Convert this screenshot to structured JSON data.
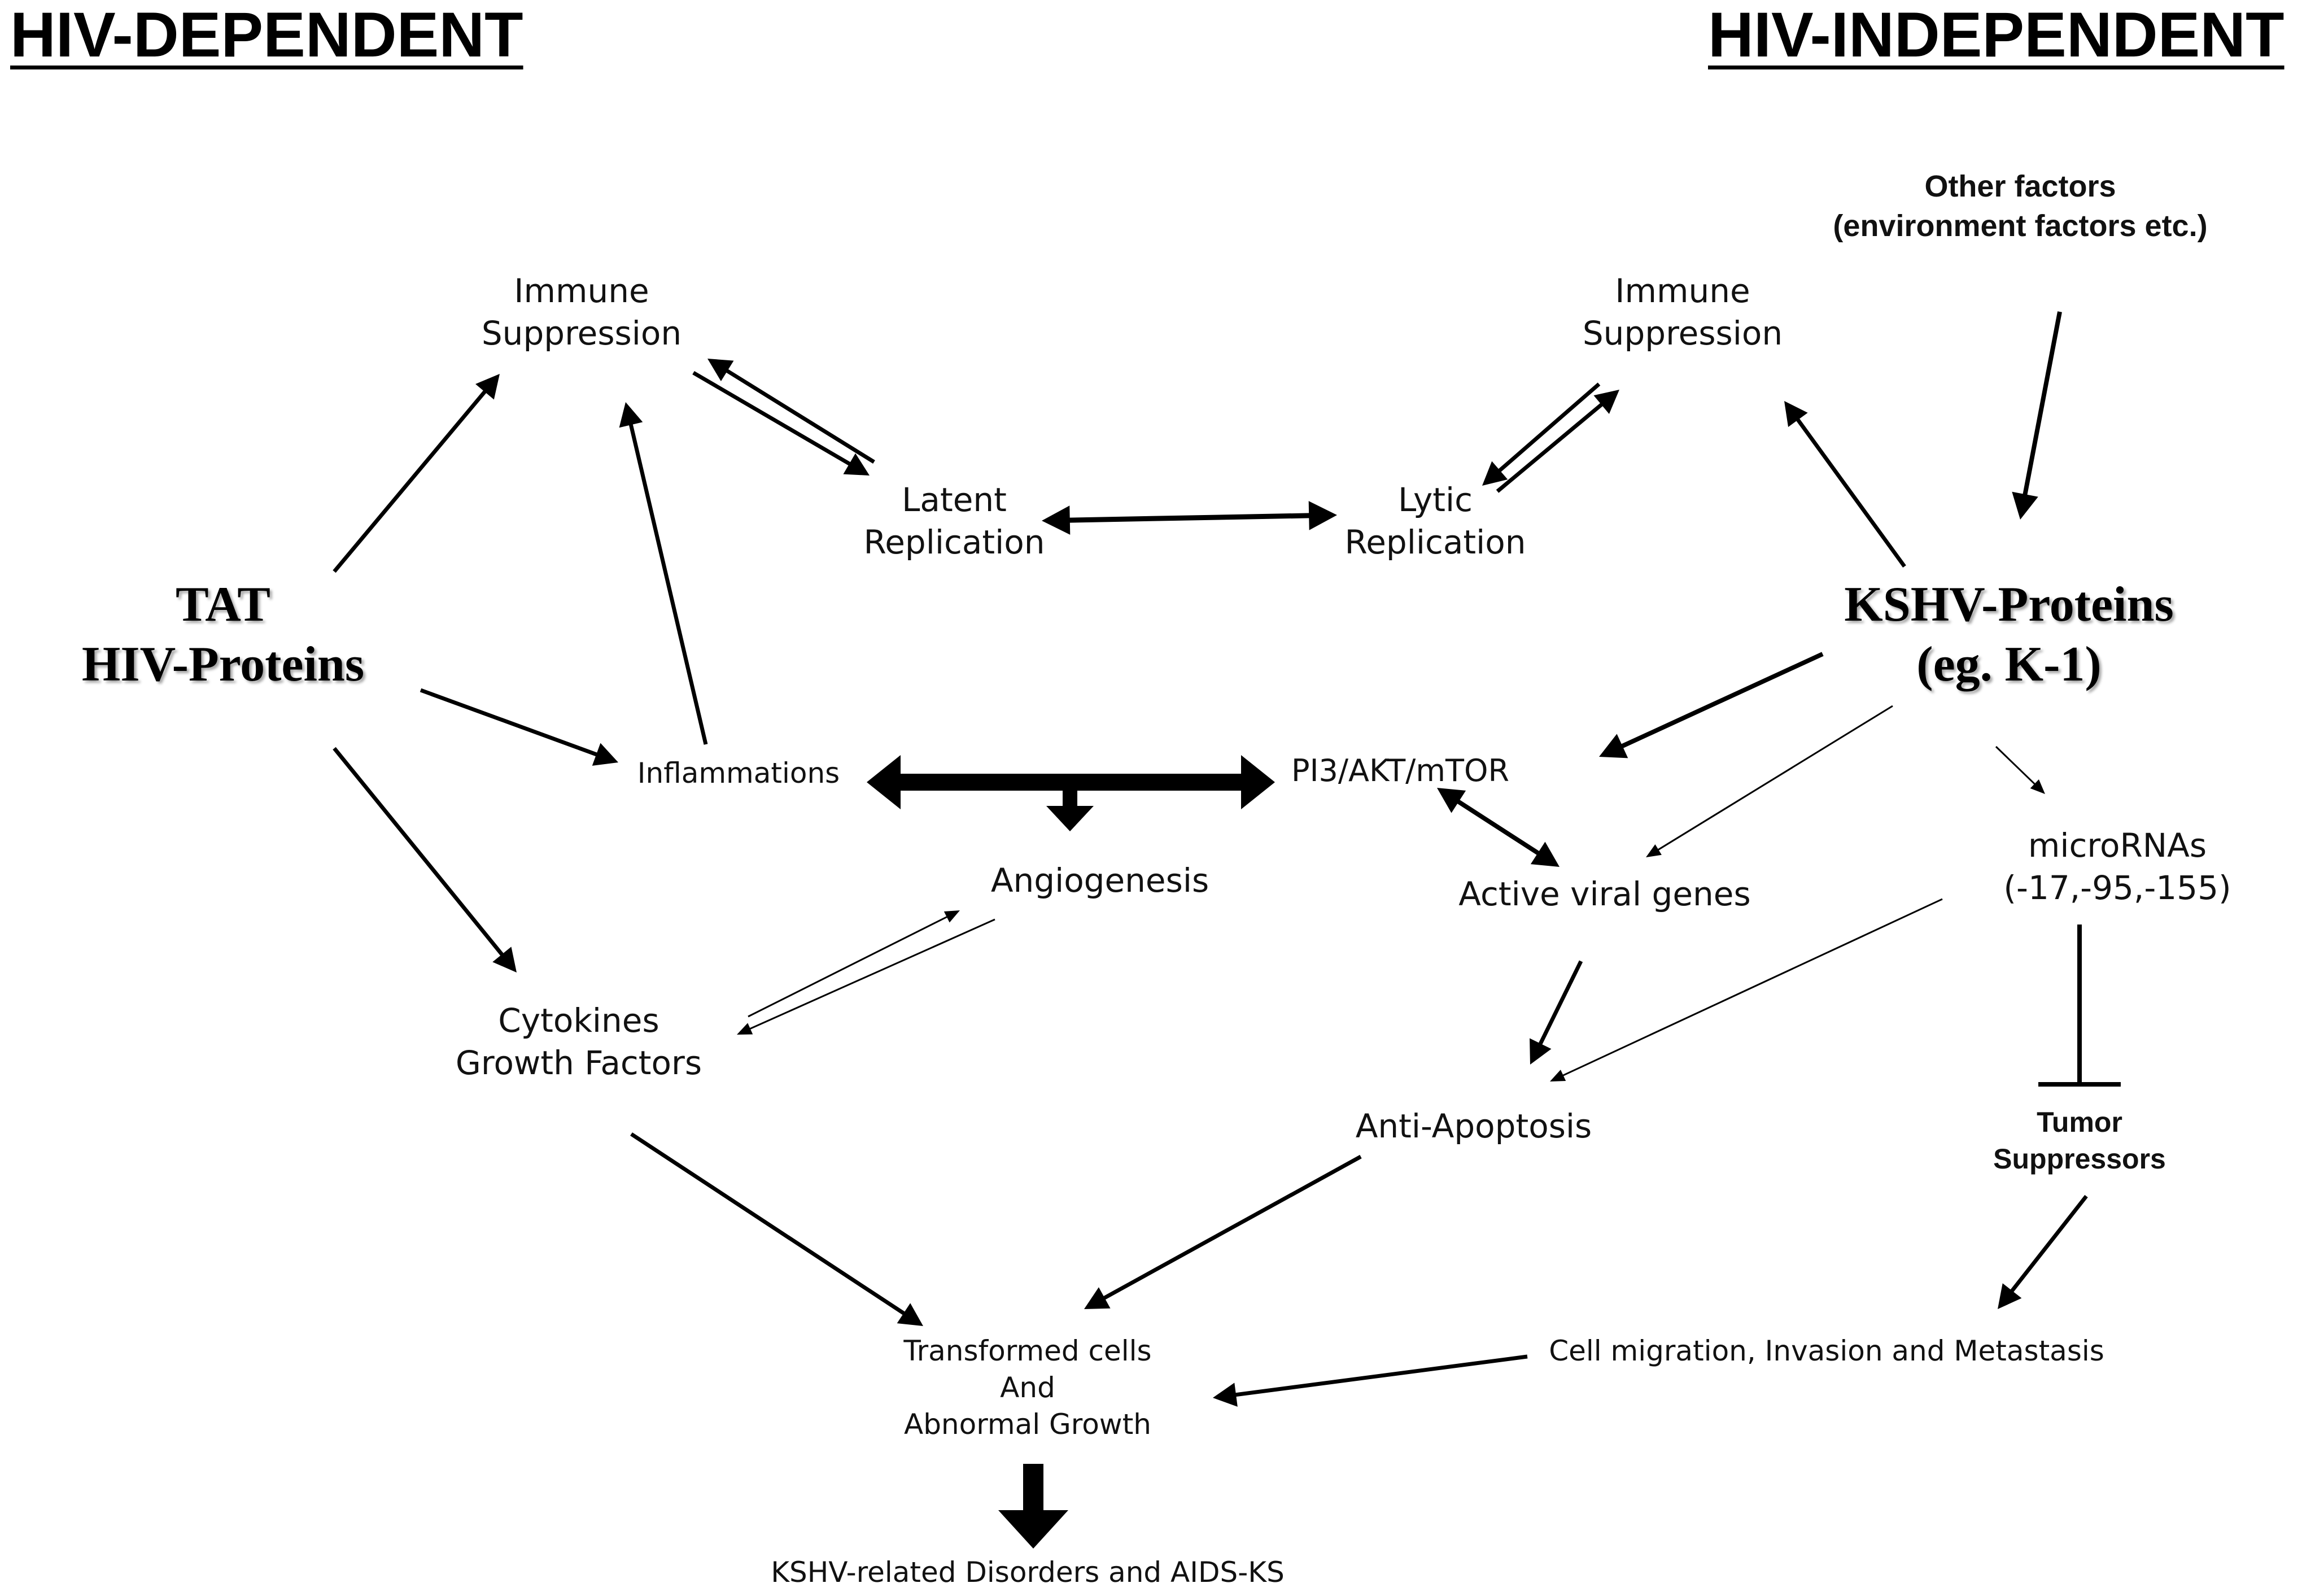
{
  "headers": {
    "left": "HIV-DEPENDENT",
    "right": "HIV-INDEPENDENT"
  },
  "nodes": {
    "other_factors": {
      "line1": "Other factors",
      "line2": "(environment factors etc.)"
    },
    "immune_left": {
      "line1": "Immune",
      "line2": "Suppression"
    },
    "immune_right": {
      "line1": "Immune",
      "line2": "Suppression"
    },
    "latent": {
      "line1": "Latent",
      "line2": "Replication"
    },
    "lytic": {
      "line1": "Lytic",
      "line2": "Replication"
    },
    "tat": {
      "line1": "TAT",
      "line2": "HIV-Proteins"
    },
    "kshv": {
      "line1": "KSHV-Proteins",
      "line2": "(eg. K-1)"
    },
    "inflammations": {
      "text": "Inflammations"
    },
    "pi3": {
      "text": "PI3/AKT/mTOR"
    },
    "angiogenesis": {
      "text": "Angiogenesis"
    },
    "active_viral": {
      "text": "Active viral genes"
    },
    "micrornas": {
      "line1": "microRNAs",
      "line2": "(-17,-95,-155)"
    },
    "cytokines": {
      "line1": "Cytokines",
      "line2": "Growth Factors"
    },
    "anti_apoptosis": {
      "text": "Anti-Apoptosis"
    },
    "tumor_suppressors": {
      "line1": "Tumor",
      "line2": "Suppressors"
    },
    "transformed": {
      "line1": "Transformed cells",
      "line2": "And",
      "line3": "Abnormal Growth"
    },
    "cell_migration": {
      "text": "Cell migration, Invasion and Metastasis"
    },
    "kshv_disorders": {
      "text": "KSHV-related Disorders and AIDS-KS"
    }
  },
  "colors": {
    "text": "#111111",
    "arrow": "#000000",
    "background": "#ffffff"
  }
}
